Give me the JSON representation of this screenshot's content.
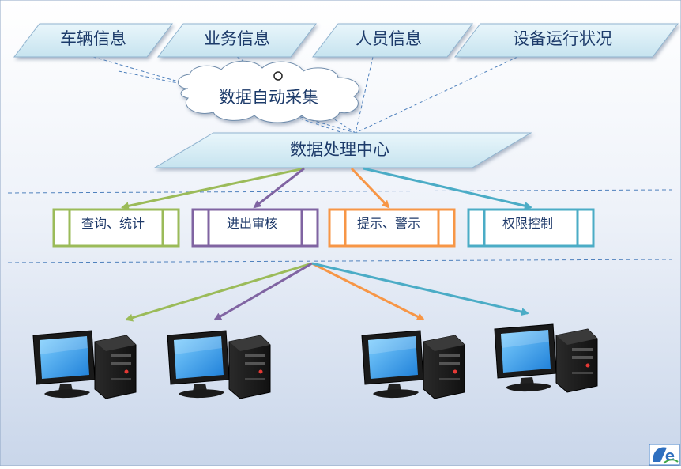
{
  "sources": [
    {
      "label": "车辆信息"
    },
    {
      "label": "业务信息"
    },
    {
      "label": "人员信息"
    },
    {
      "label": "设备运行状况"
    }
  ],
  "collector": {
    "label": "数据自动采集"
  },
  "center": {
    "label": "数据处理中心"
  },
  "functions": [
    {
      "label": "查询、统计",
      "color": "#9bbb59"
    },
    {
      "label": "进出审核",
      "color": "#8064a2"
    },
    {
      "label": "提示、警示",
      "color": "#f79646"
    },
    {
      "label": "权限控制",
      "color": "#4bacc6"
    }
  ],
  "colors": {
    "bg_top": "#ffffff",
    "bg_bottom": "#c9d6ea",
    "node_fill": "#d6eef6",
    "node_stroke": "#8fb3cf",
    "text": "#1f3a6a",
    "dashed": "#4f81bd"
  },
  "terminals": [
    {
      "icon": "computer-icon"
    },
    {
      "icon": "computer-icon"
    },
    {
      "icon": "computer-icon"
    },
    {
      "icon": "computer-icon"
    }
  ],
  "logo": {
    "icon": "e-logo-icon"
  }
}
